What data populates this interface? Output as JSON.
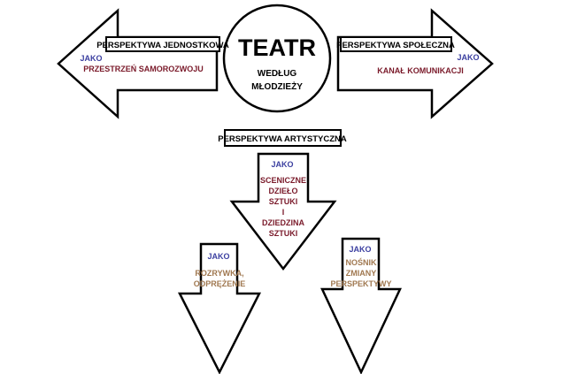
{
  "center": {
    "title": "TEATR",
    "subtitle_lines": [
      "WEDŁUG",
      "MŁODZIEŻY"
    ]
  },
  "left_arrow": {
    "label": "PERSPEKTYWA JEDNOSTKOWA",
    "jako": "JAKO",
    "role": "PRZESTRZEŃ SAMOROZWOJU"
  },
  "right_arrow": {
    "label": "PERSPEKTYWA SPOŁECZNA",
    "jako": "JAKO",
    "role": "KANAŁ KOMUNIKACJI"
  },
  "down_arrow": {
    "label": "PERSPEKTYWA ARTYSTYCZNA",
    "jako": "JAKO",
    "role_lines": [
      "SCENICZNE",
      "DZIEŁO",
      "SZTUKI",
      "I",
      "DZIEDZINA",
      "SZTUKI"
    ]
  },
  "bottom_left_arrow": {
    "jako": "JAKO",
    "role_lines": [
      "ROZRYWKA,",
      "ODPRĘŻENIE"
    ]
  },
  "bottom_right_arrow": {
    "jako": "JAKO",
    "role_lines": [
      "NOŚNIK",
      "ZMIANY",
      "PERSPEKTYWY"
    ]
  },
  "colors": {
    "jako": "#3b3fa0",
    "role_dark": "#7a1a2a",
    "role_brown": "#a07850",
    "stroke": "#000000"
  }
}
